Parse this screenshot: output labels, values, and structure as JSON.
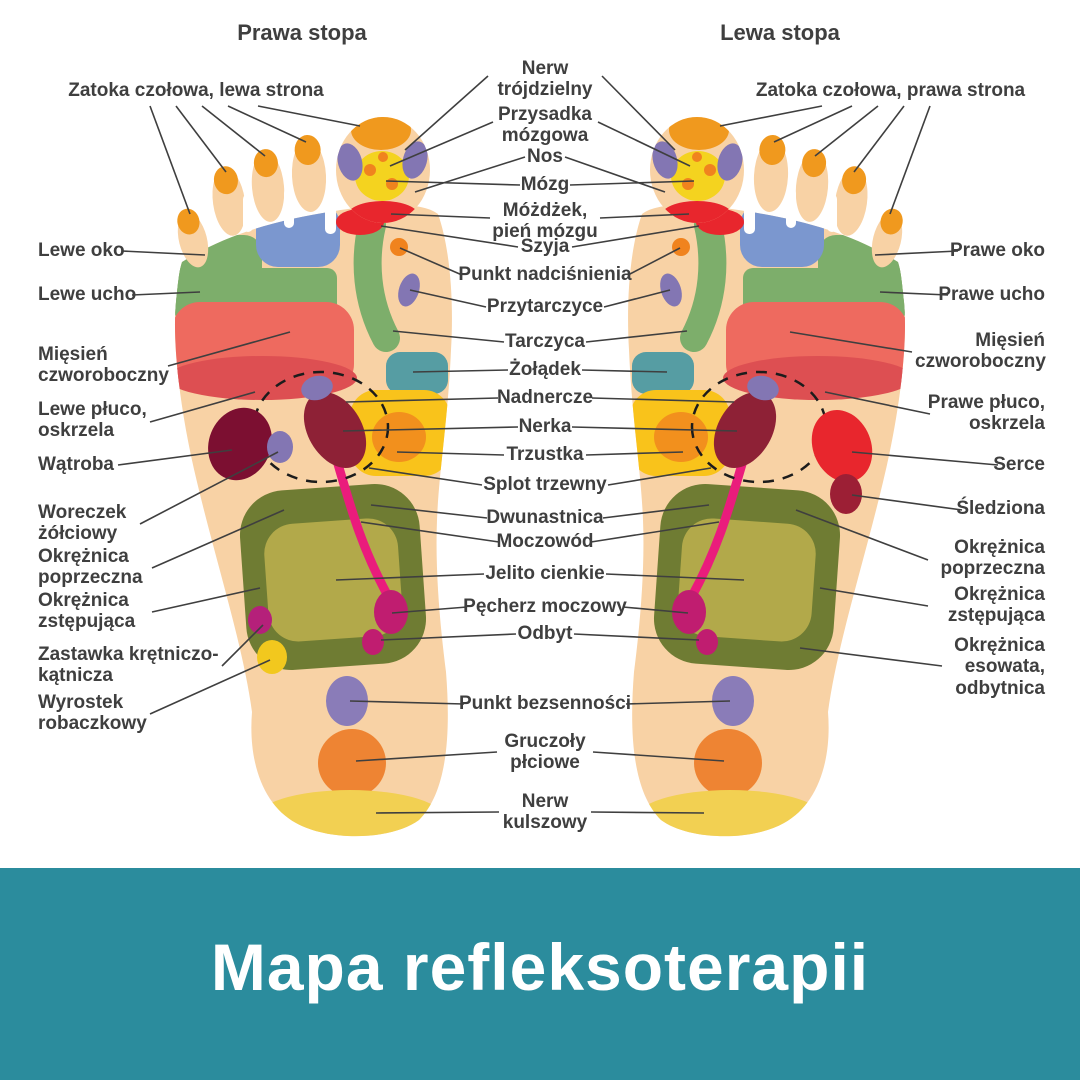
{
  "title": "Mapa refleksoterapii",
  "headers": {
    "right_foot": "Prawa stopa",
    "left_foot": "Lewa stopa"
  },
  "labels_left": {
    "zatoka": "Zatoka czołowa, lewa strona",
    "oko": "Lewe oko",
    "ucho": "Lewe ucho",
    "miesien": "Mięsień czworoboczny",
    "pluco": "Lewe płuco, oskrzela",
    "watroba": "Wątroba",
    "woreczek": "Woreczek żółciowy",
    "okreznica_poprzeczna": "Okrężnica poprzeczna",
    "okreznica_zstepujaca": "Okrężnica zstępująca",
    "zastawka": "Zastawka krętniczo-kątnicza",
    "wyrostek": "Wyrostek robaczkowy"
  },
  "labels_center": {
    "nerw_trojdzielny": "Nerw trójdzielny",
    "przysadka": "Przysadka mózgowa",
    "nos": "Nos",
    "mozg": "Mózg",
    "mozdzek": "Móżdżek, pień mózgu",
    "szyja": "Szyja",
    "punkt_nadcisnienia": "Punkt nadciśnienia",
    "przytarczyce": "Przytarczyce",
    "tarczyca": "Tarczyca",
    "zoladek": "Żołądek",
    "nadnercze": "Nadnercze",
    "nerka": "Nerka",
    "trzustka": "Trzustka",
    "splot_trzewny": "Splot trzewny",
    "dwunastnica": "Dwunastnica",
    "moczowod": "Moczowód",
    "jelito_cienkie": "Jelito cienkie",
    "pecherz": "Pęcherz moczowy",
    "odbyt": "Odbyt",
    "punkt_bezsennosci": "Punkt bezsenności",
    "gruczoly": "Gruczoły płciowe",
    "nerw_kulszowy": "Nerw kulszowy"
  },
  "labels_right": {
    "zatoka": "Zatoka czołowa, prawa strona",
    "oko": "Prawe oko",
    "ucho": "Prawe ucho",
    "miesien": "Mięsień czworoboczny",
    "pluco": "Prawe płuco, oskrzela",
    "serce": "Serce",
    "sledziona": "Śledziona",
    "okreznica_poprzeczna": "Okrężnica poprzeczna",
    "okreznica_zstepujaca": "Okrężnica zstępująca",
    "okreznica_esowata": "Okrężnica esowata, odbytnica"
  },
  "colors": {
    "banner_teal": "#2b8c9d",
    "label_text": "#3f3f3f",
    "skin": "#f8d2a5",
    "toe_tip_orange": "#f0991e",
    "neck_blue": "#7b97cf",
    "eye_ear_green": "#7dae6b",
    "lung_red": "#ee6a5f",
    "lung_dark_red": "#dd4f52",
    "stomach_teal": "#569da3",
    "stomach_yellow": "#f9c31b",
    "adrenal_orange": "#f2901d",
    "kidney_dark_red": "#8e2136",
    "ureter_pink": "#ea1c7c",
    "colon_olive": "#6f7c33",
    "small_intestine_olive": "#b2a94a",
    "bladder_magenta": "#c01d70",
    "insomnia_purple": "#8a7cb8",
    "gonad_orange": "#ee8433",
    "heel_yellow": "#f2d052",
    "liver_maroon": "#7c0f31",
    "heart_red": "#e8262d",
    "spleen_dark_red": "#9c1f35",
    "organ_purple": "#8376b3"
  }
}
